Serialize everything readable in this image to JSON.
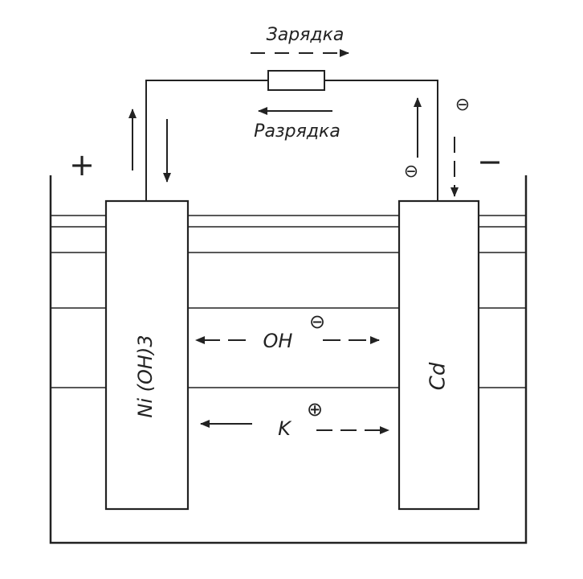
{
  "labels": {
    "charge": "Зарядка",
    "discharge": "Разрядка",
    "positive_electrode": "Ni (OH)3",
    "negative_electrode": "Cd",
    "hydroxide_ion": "OH",
    "potassium_ion": "K",
    "plus_sign": "+",
    "minus_sign": "−",
    "electron_symbol": "⊖",
    "hydroxide_charge": "⊖",
    "potassium_charge": "⊕"
  },
  "colors": {
    "ink": "#222222",
    "background": "#ffffff"
  }
}
